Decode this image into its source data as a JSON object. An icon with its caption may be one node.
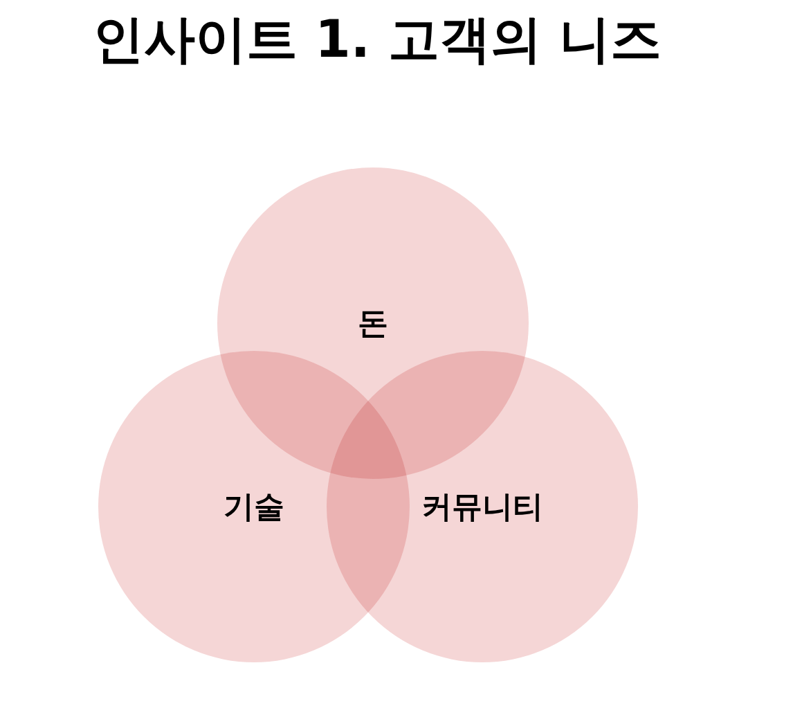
{
  "diagram": {
    "title": "인사이트 1. 고객의 니즈",
    "nodes": [
      {
        "text": [
          "돈"
        ]
      },
      {
        "text": [
          "기술"
        ]
      },
      {
        "text": [
          "커뮤니티"
        ]
      }
    ]
  }
}
